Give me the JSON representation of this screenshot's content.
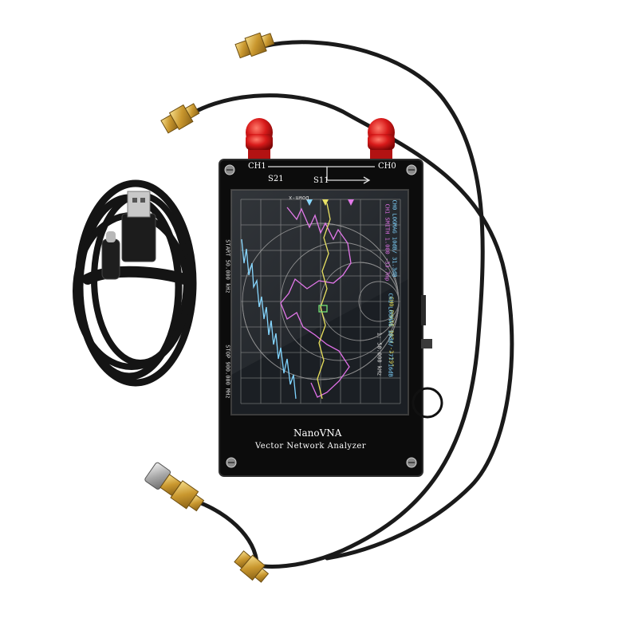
{
  "device": {
    "brand": "NanoVNA",
    "subtitle": "Vector Network Analyzer",
    "port_ch1": "CH1",
    "port_ch0": "CH0",
    "label_s21": "S21",
    "label_s11": "S11"
  },
  "screen": {
    "start_readout": "START 50.000 kHz",
    "stop_readout": "STOP 900.000 MHz",
    "marker_readout": "1: 50.000 kHz",
    "top_readout": "Down-x",
    "ch_readout_1": "CH0 LOGMAG 10dB/ 31.3dB",
    "ch_readout_2": "CH1 SMITH 1.000 -33.7mp",
    "ch_readout_3": "CH0 PHASE 90°/ -3.19°",
    "ch_readout_4": "CH1 LOGMAG 10dB/ -77.16dB",
    "colors": {
      "logmag_cyan": "#7fd4ff",
      "smith_magenta": "#e070e8",
      "phase_yellow": "#e8e05a",
      "grid_gray": "#8d8d8d"
    }
  },
  "connector_colors": {
    "red_cap": "#d81a1a",
    "gold": "#d4a63c"
  }
}
